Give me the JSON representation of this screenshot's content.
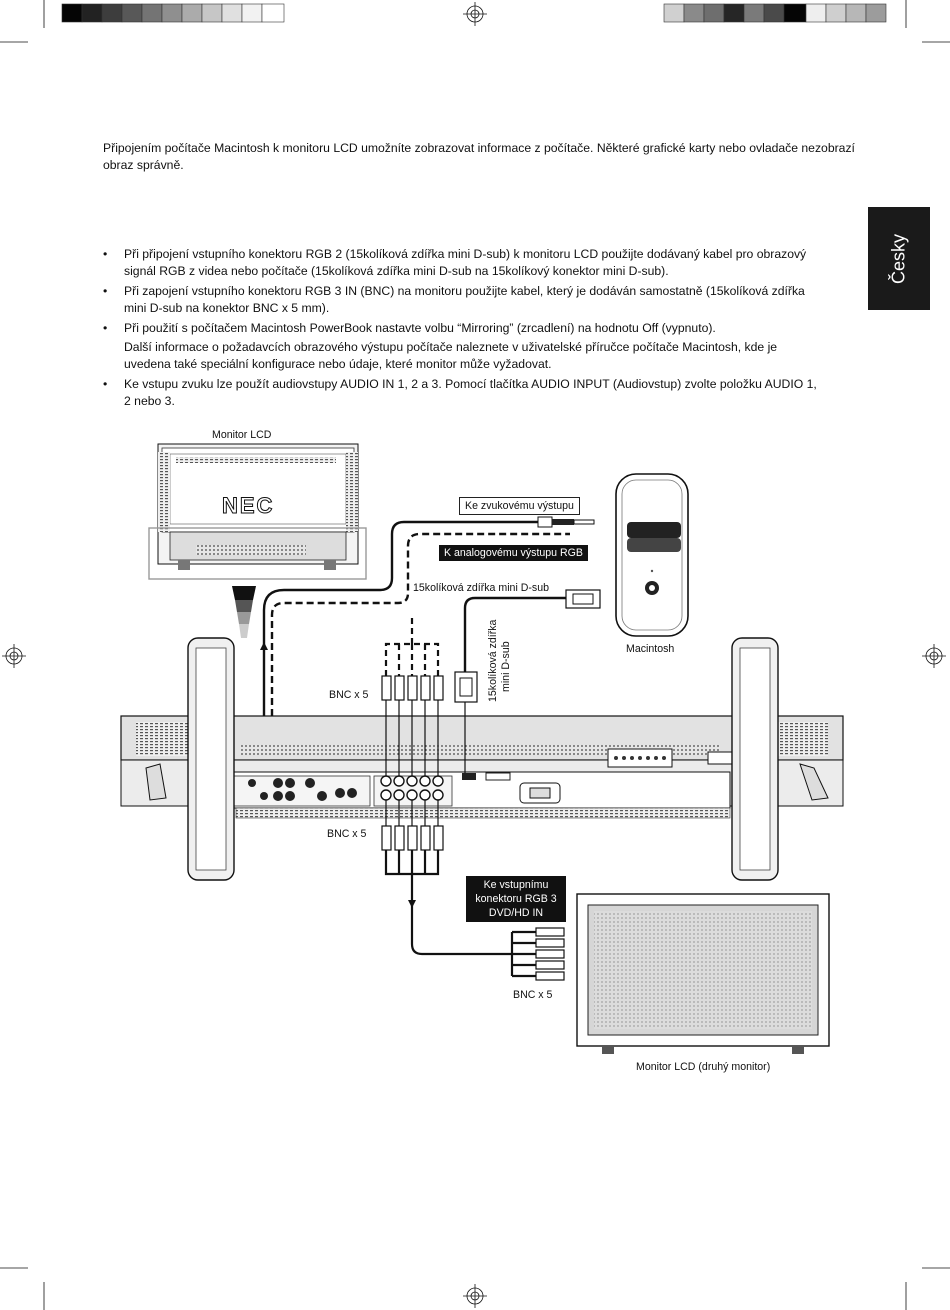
{
  "intro": "Připojením počítače Macintosh k monitoru LCD umožníte zobrazovat informace z počítače. Některé grafické karty nebo ovladače nezobrazí obraz správně.",
  "side_tab": "Česky",
  "bullets": [
    "Při připojení vstupního konektoru RGB 2 (15kolíková zdířka mini D-sub) k monitoru LCD použijte dodávaný kabel pro obrazový signál RGB z videa nebo počítače (15kolíková zdířka mini D-sub na 15kolíkový konektor mini D-sub).",
    "Při zapojení vstupního konektoru RGB 3 IN (BNC) na monitoru použijte kabel, který je dodáván samostatně (15kolíková zdířka mini D-sub na konektor BNC x 5 mm).",
    "Při použití s počítačem Macintosh PowerBook nastavte volbu “Mirroring” (zrcadlení) na hodnotu Off (vypnuto).",
    "Další informace o požadavcích obrazového výstupu počítače naleznete v uživatelské příručce počítače Macintosh, kde je uvedena také speciální konfigurace nebo údaje, které monitor může vyžadovat.",
    "Ke vstupu zvuku lze použít audiovstupy AUDIO IN 1, 2 a 3. Pomocí tlačítka AUDIO INPUT (Audiovstup) zvolte položku AUDIO 1, 2 nebo 3."
  ],
  "diagram": {
    "monitor_label": "Monitor LCD",
    "nec_logo": "NEC",
    "audio_out_label": "Ke zvukovému výstupu",
    "rgb_out_label": "K analogovému výstupu RGB",
    "dsub_label": "15kolíková zdířka mini D-sub",
    "dsub_vertical_label_1": "15kolíková zdířka",
    "dsub_vertical_label_2": "mini D-sub",
    "macintosh_label": "Macintosh",
    "bnc_label_top": "BNC x 5",
    "bnc_label_mid": "BNC x 5",
    "bnc_label_bottom": "BNC x 5",
    "rgb3_label_1": "Ke vstupnímu",
    "rgb3_label_2": "konektoru RGB 3",
    "rgb3_label_3": "DVD/HD IN",
    "second_monitor_label": "Monitor LCD (druhý monitor)"
  },
  "colors": {
    "ink": "#111111",
    "panel": "#d9d9d9",
    "screen": "#c8c8c8",
    "tab": "#1a1a1a"
  }
}
